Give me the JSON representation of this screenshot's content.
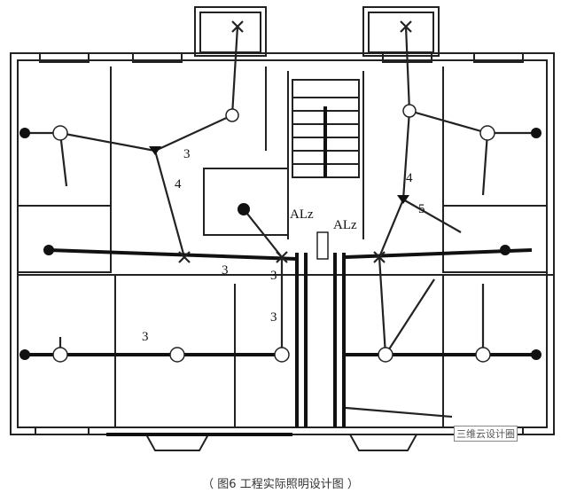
{
  "caption": "（ 图6 工程实际照明设计图 ）",
  "watermark": "三维云设计圈",
  "labels": {
    "circuit_3_a": "3",
    "circuit_4_a": "4",
    "circuit_3_b": "3",
    "circuit_3_c": "3",
    "circuit_3_d": "3",
    "circuit_3_e": "3",
    "circuit_4_b": "4",
    "circuit_5": "5",
    "panel_left": "ALz",
    "panel_right": "ALz"
  }
}
